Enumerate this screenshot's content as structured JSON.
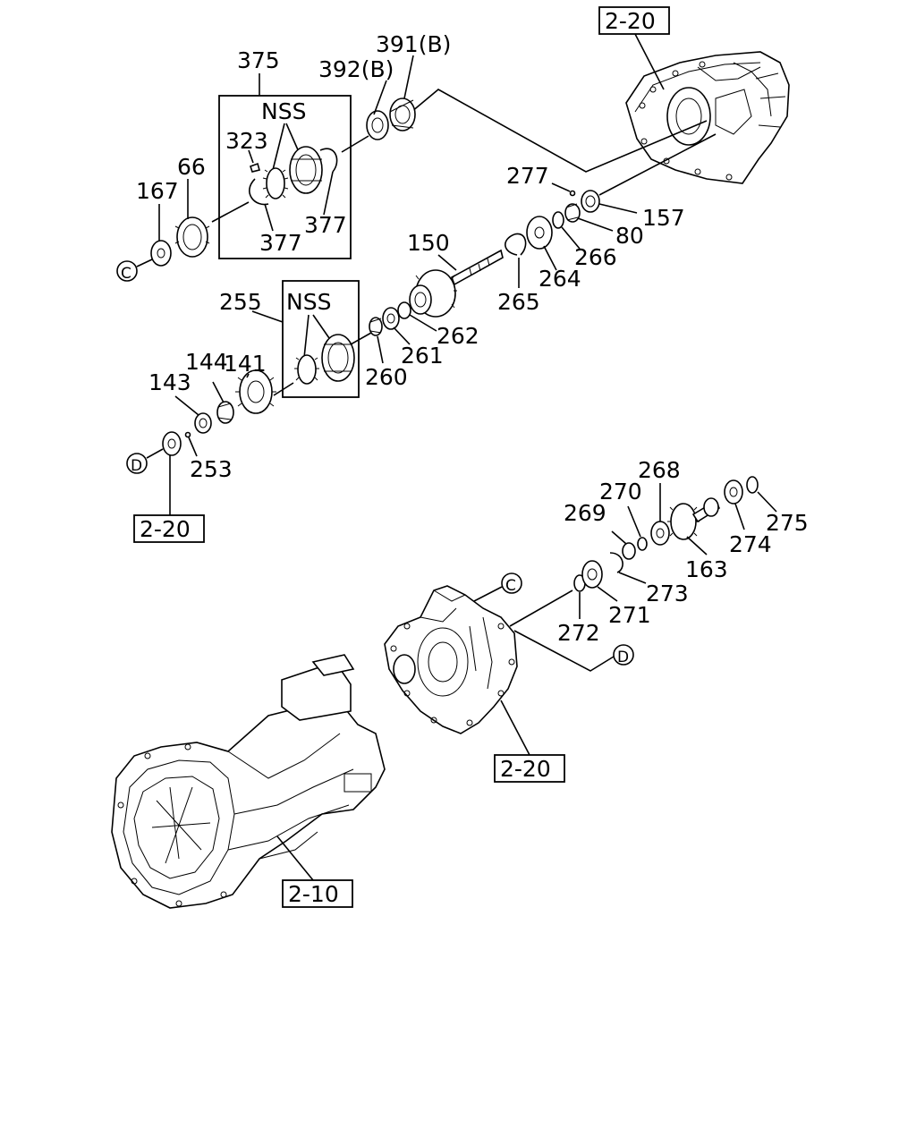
{
  "references": {
    "ref_top": "2-20",
    "ref_left": "2-20",
    "ref_mid": "2-20",
    "ref_bottom": "2-10"
  },
  "connectors": {
    "c_upper": "C",
    "c_lower": "C",
    "d_left": "D",
    "d_right": "D"
  },
  "callouts": {
    "nss_upper": "NSS",
    "nss_lower": "NSS",
    "p375": "375",
    "p391": "391(B)",
    "p392": "392(B)",
    "p323": "323",
    "p66": "66",
    "p167": "167",
    "p377a": "377",
    "p377b": "377",
    "p277": "277",
    "p157": "157",
    "p80": "80",
    "p266": "266",
    "p264": "264",
    "p265": "265",
    "p150": "150",
    "p262": "262",
    "p261": "261",
    "p260": "260",
    "p255": "255",
    "p141": "141",
    "p144": "144",
    "p143": "143",
    "p253": "253",
    "p268": "268",
    "p270": "270",
    "p269": "269",
    "p275": "275",
    "p274": "274",
    "p163": "163",
    "p273": "273",
    "p271": "271",
    "p272": "272"
  }
}
